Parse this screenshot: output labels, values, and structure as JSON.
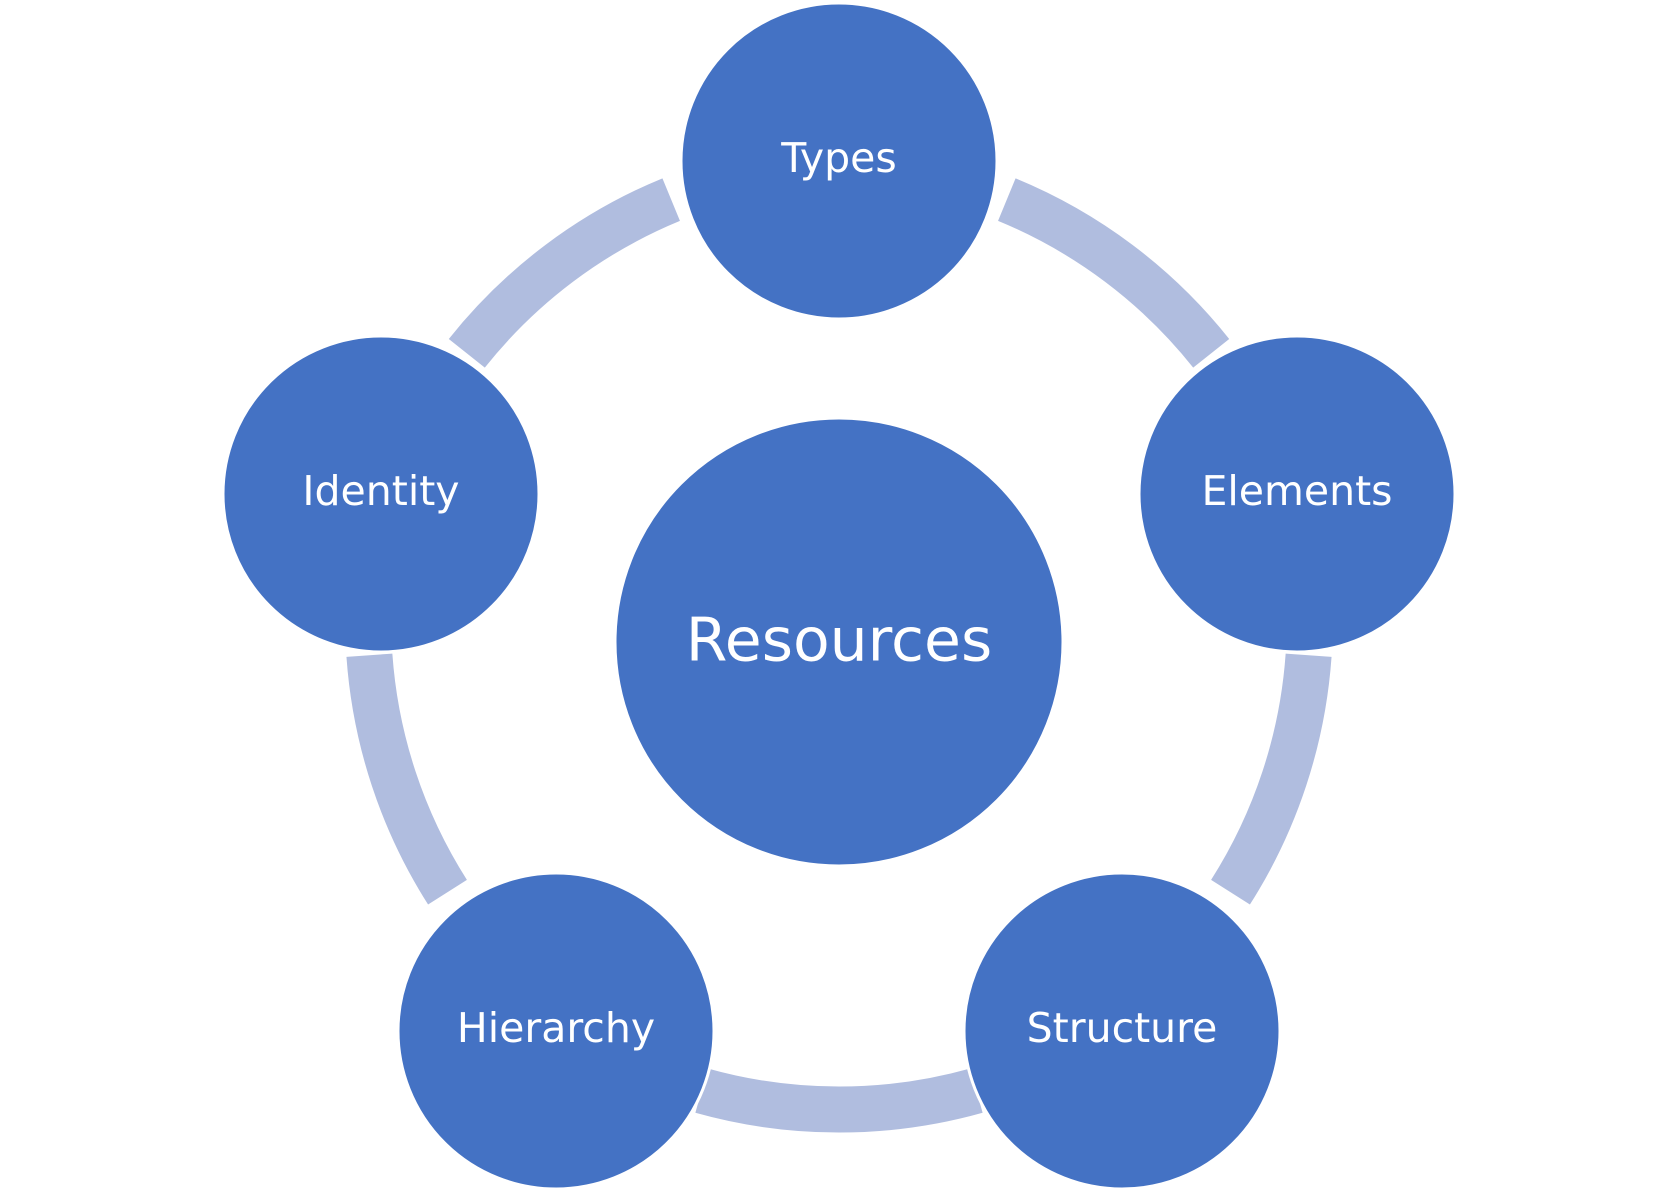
{
  "colors": {
    "node_fill": "#4472C4",
    "node_stroke": "#ffffff",
    "connector": "#B0BDDF",
    "background": "#ffffff"
  },
  "diagram": {
    "type": "cycle",
    "center": {
      "label": "Resources"
    },
    "nodes": [
      {
        "label": "Types"
      },
      {
        "label": "Elements"
      },
      {
        "label": "Structure"
      },
      {
        "label": "Hierarchy"
      },
      {
        "label": "Identity"
      }
    ]
  }
}
